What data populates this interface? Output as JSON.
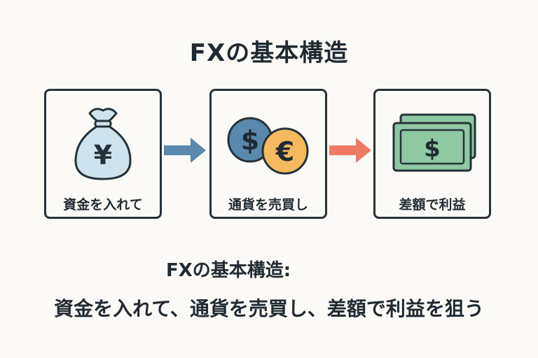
{
  "title": "FXの基本構造",
  "steps": [
    {
      "label": "資金を入れて",
      "icon": "money-bag-yen-icon",
      "symbol": "¥"
    },
    {
      "label": "通貨を売買し",
      "icon": "currency-coins-icon",
      "symbols": [
        "$",
        "€"
      ]
    },
    {
      "label": "差額で利益",
      "icon": "banknotes-dollar-icon",
      "symbol": "$"
    }
  ],
  "arrows": [
    {
      "icon": "arrow-right-icon",
      "color": "#5a89ad"
    },
    {
      "icon": "arrow-right-icon",
      "color": "#ee7a63"
    }
  ],
  "summary": {
    "heading": "FXの基本構造:",
    "text": "資金を入れて、通貨を売買し、差額で利益を狙う"
  },
  "colors": {
    "bag": "#cfe3ee",
    "coin_dollar": "#5a89ad",
    "coin_euro": "#f5b960",
    "note": "#8fc8a3",
    "outline": "#26323a"
  }
}
